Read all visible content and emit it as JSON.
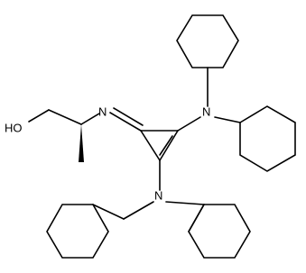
{
  "molecule": {
    "atoms": {
      "hydroxyl": "HO",
      "imine_n": "N",
      "amine_n_upper": "N",
      "amine_n_lower": "N"
    }
  },
  "colors": {
    "line": "#000000",
    "background": "#ffffff"
  }
}
